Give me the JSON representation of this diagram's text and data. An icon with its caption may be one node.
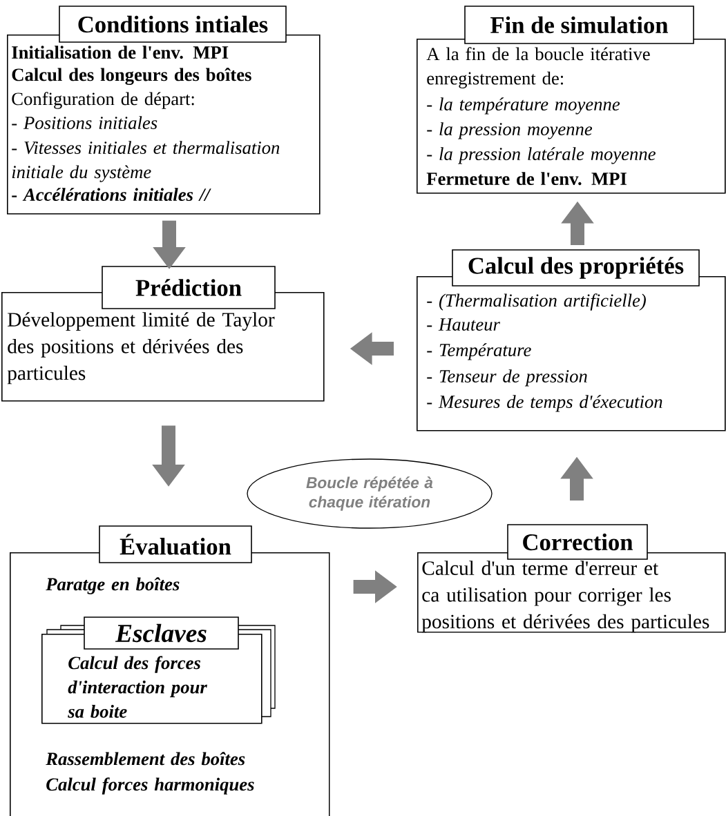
{
  "diagram": {
    "nodes": [
      {
        "text": [
          "Conditions intiales",
          "Initialisation de l'env. MPI",
          "Calcul des longeurs des boîtes",
          "Configuration de départ:",
          "- *Positions initiales*",
          "- *Vitesses initiales et thermalisation initiale du système*",
          "- *Accélérations initiales //*"
        ]
      },
      {
        "text": [
          "Fin de simulation",
          "A la fin de la boucle itérative enregistrement de:",
          "- *la température moyenne*",
          "- *la pression moyenne*",
          "- *la pression latérale moyenne*",
          "Fermeture de l'env. MPI"
        ]
      },
      {
        "text": [
          "Prédiction",
          "Développement limité de Taylor des positions et dérivées des particules"
        ]
      },
      {
        "text": [
          "Calcul des propriétés",
          "- *(Thermalisation artificielle)*",
          "- *Hauteur*",
          "- *Température*",
          "- *Tenseur de pression*",
          "- *Mesures de temps d'éxecution*"
        ]
      },
      {
        "text": [
          "Boucle répétée à chaque itération"
        ]
      },
      {
        "text": [
          "Évaluation",
          "Paratge en boîtes",
          "Rassemblement des boîtes",
          "Calcul forces harmoniques"
        ]
      },
      {
        "text": [
          "Esclaves",
          "Calcul des forces d'interaction pour sa boite"
        ],
        "in": 5
      },
      {
        "text": [
          "Correction",
          "Calcul d'un terme d'erreur et ca utilisation pour corriger les positions et dérivées des particules"
        ]
      }
    ],
    "edges": [
      {
        "from": 0,
        "to": 2,
        "arrow": "to"
      },
      {
        "from": 2,
        "to": 5,
        "arrow": "to"
      },
      {
        "from": 5,
        "to": 7,
        "arrow": "to"
      },
      {
        "from": 7,
        "to": 3,
        "arrow": "to"
      },
      {
        "from": 3,
        "to": 2,
        "arrow": "to"
      },
      {
        "from": 3,
        "to": 1,
        "arrow": "to"
      }
    ]
  }
}
